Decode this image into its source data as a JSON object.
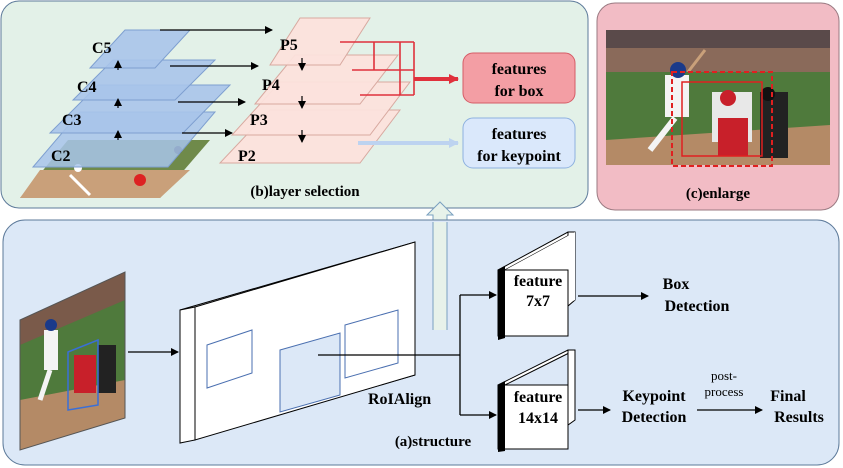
{
  "panels": {
    "layer_selection": {
      "caption": "(b)layer selection",
      "backbone_levels": [
        "C5",
        "C4",
        "C3",
        "C2"
      ],
      "pyramid_levels": [
        "P5",
        "P4",
        "P3",
        "P2"
      ],
      "box_output": {
        "line1": "features",
        "line2": "for box"
      },
      "keypoint_output": {
        "line1": "features",
        "line2": "for keypoint"
      }
    },
    "enlarge": {
      "caption": "(c)enlarge"
    },
    "structure": {
      "caption": "(a)structure",
      "roi_align_label": "RoIAlign",
      "feature_small": {
        "line1": "feature",
        "line2": "7x7"
      },
      "feature_large": {
        "line1": "feature",
        "line2": "14x14"
      },
      "box_detection": {
        "line1": "Box",
        "line2": "Detection"
      },
      "keypoint_detection": {
        "line1": "Keypoint",
        "line2": "Detection"
      },
      "post_process": {
        "line1": "post-",
        "line2": "process"
      },
      "final_results": {
        "line1": "Final",
        "line2": "Results"
      }
    }
  },
  "colors": {
    "panel_b_fill": "#e3f1e8",
    "panel_c_fill": "#f2bcc5",
    "panel_a_fill": "#dce8f7",
    "backbone_layer": "#a8c4ea",
    "pyramid_layer": "#fce1dc",
    "box_feature_fill": "#f39ea4",
    "box_arrow": "#e0313c",
    "keypoint_feature_fill": "#dae8fb",
    "keypoint_arrow": "#bdd3f0",
    "detection_box": "#e02020"
  }
}
